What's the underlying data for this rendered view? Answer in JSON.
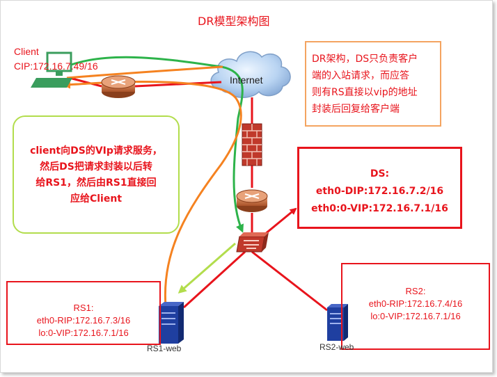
{
  "title": "DR模型架构图",
  "client": {
    "name": "Client",
    "cip": "CIP:172.16.7.49/16"
  },
  "internet_label": "Internet",
  "note_dr": [
    "DR架构，DS只负责客户",
    "端的入站请求，而应答",
    "则有RS直接以vip的地址",
    "封装后回复给客户端"
  ],
  "note_flow": [
    "client向DS的VIp请求服务，",
    "然后DS把请求封装以后转",
    "给RS1，然后由RS1直接回",
    "应给Client"
  ],
  "ds": {
    "name": "DS:",
    "dip": "eth0-DIP:172.16.7.2/16",
    "vip": "eth0:0-VIP:172.16.7.1/16"
  },
  "rs1": {
    "name": "RS1:",
    "rip": "eth0-RIP:172.16.7.3/16",
    "vip": "lo:0-VIP:172.16.7.1/16",
    "host": "RS1-web"
  },
  "rs2": {
    "name": "RS2:",
    "rip": "eth0-RIP:172.16.7.4/16",
    "vip": "lo:0-VIP:172.16.7.1/16",
    "host": "RS2-web"
  },
  "colors": {
    "red": "#e8141c",
    "green": "#2db34a",
    "orange": "#f58220",
    "lime": "#b2dd4c"
  }
}
